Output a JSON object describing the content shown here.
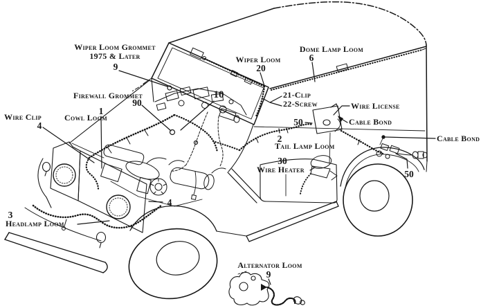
{
  "diagram": {
    "description": "Black-and-white line-art service diagram of a utility 4x4 vehicle (front three-quarter view) showing wiring harness (loom) routing locations with numbered callouts",
    "colors": {
      "ink": "#161616",
      "background": "#ffffff"
    },
    "callouts": {
      "wiper_loom_grommet": {
        "label": "Wiper Loom Grommet\n1975 & Later",
        "number": "9"
      },
      "firewall_grommet": {
        "label": "Firewall Grommet",
        "number": "90"
      },
      "wire_clip": {
        "label": "Wire Clip",
        "number": "4"
      },
      "cowl_loom": {
        "label": "Cowl Loom",
        "number": "1"
      },
      "wiper_loom": {
        "label": "Wiper Loom",
        "number": "20"
      },
      "dome_lamp_loom": {
        "label": "Dome Lamp Loom",
        "number": "6"
      },
      "clip_screw": {
        "label": "21-Clip\n22-Screw"
      },
      "wire_license": {
        "label": "Wire License"
      },
      "cable_bond_upper": {
        "label": "Cable Bond"
      },
      "bond_50_left": {
        "number": "50"
      },
      "tail_lamp_loom": {
        "label": "Tail Lamp Loom",
        "number": "2"
      },
      "wire_heater": {
        "label": "Wire Heater",
        "number": "30"
      },
      "cable_bond_right": {
        "label": "Cable Bond"
      },
      "bond_50_right": {
        "number": "50"
      },
      "headlamp_loom": {
        "label": "Headlamp Loom",
        "number": "3"
      },
      "dash_loom": {
        "number": "10"
      },
      "wire_clip_front": {
        "number": "4"
      },
      "alternator_loom": {
        "label": "Alternator Loom",
        "number": "9"
      }
    }
  }
}
